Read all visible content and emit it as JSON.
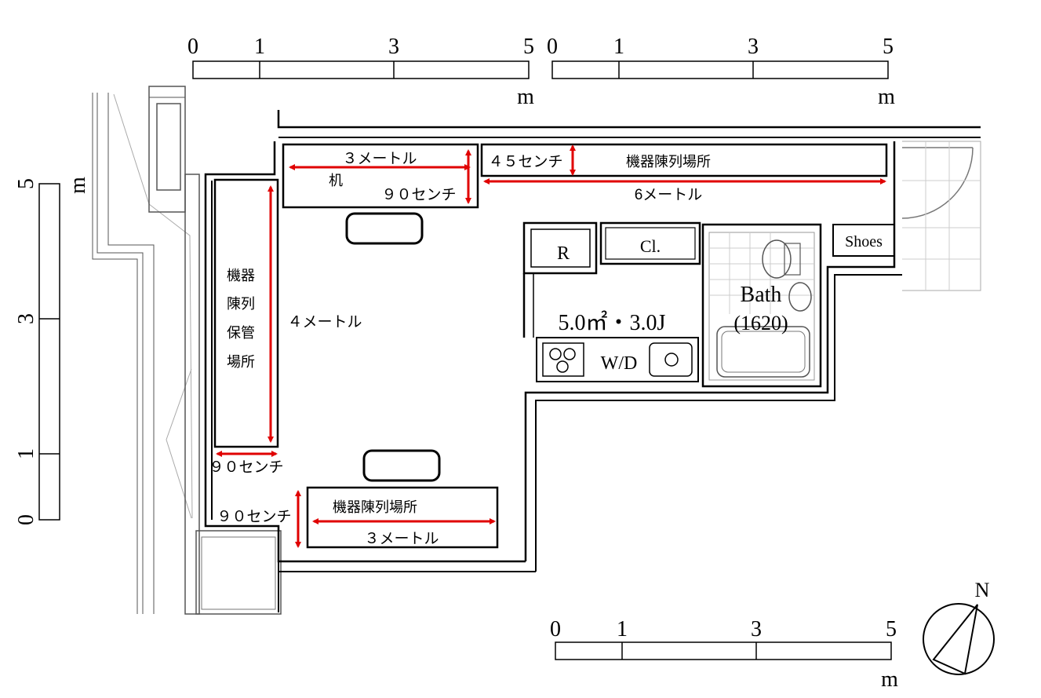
{
  "scales": {
    "top_left": {
      "ticks": [
        "0",
        "1",
        "3",
        "5"
      ],
      "unit": "m"
    },
    "top_right": {
      "ticks": [
        "0",
        "1",
        "3",
        "5"
      ],
      "unit": "m"
    },
    "left": {
      "ticks": [
        "0",
        "1",
        "3",
        "5"
      ],
      "unit": "m"
    },
    "bottom": {
      "ticks": [
        "0",
        "1",
        "3",
        "5"
      ],
      "unit": "m"
    }
  },
  "compass": {
    "label": "N"
  },
  "rooms": {
    "refrigerator": "R",
    "closet": "Cl.",
    "shoes": "Shoes",
    "bath": "Bath",
    "bath_size": "(1620)",
    "washer": "W/D",
    "area": "5.0㎡・3.0J"
  },
  "annotations": {
    "desk_width": "３メートル",
    "desk_label": "机",
    "desk_depth": "９０センチ",
    "display_top_depth": "４５センチ",
    "display_top_label": "機器陳列場所",
    "display_top_length": "6メートル",
    "storage_label_lines": [
      "機器",
      "陳列",
      "保管",
      "場所"
    ],
    "storage_length": "４メートル",
    "storage_width": "９０センチ",
    "display_bottom_label": "機器陳列場所",
    "display_bottom_depth": "９０センチ",
    "display_bottom_length": "３メートル"
  },
  "colors": {
    "dimension_arrow": "#e00000",
    "line": "#000000"
  }
}
